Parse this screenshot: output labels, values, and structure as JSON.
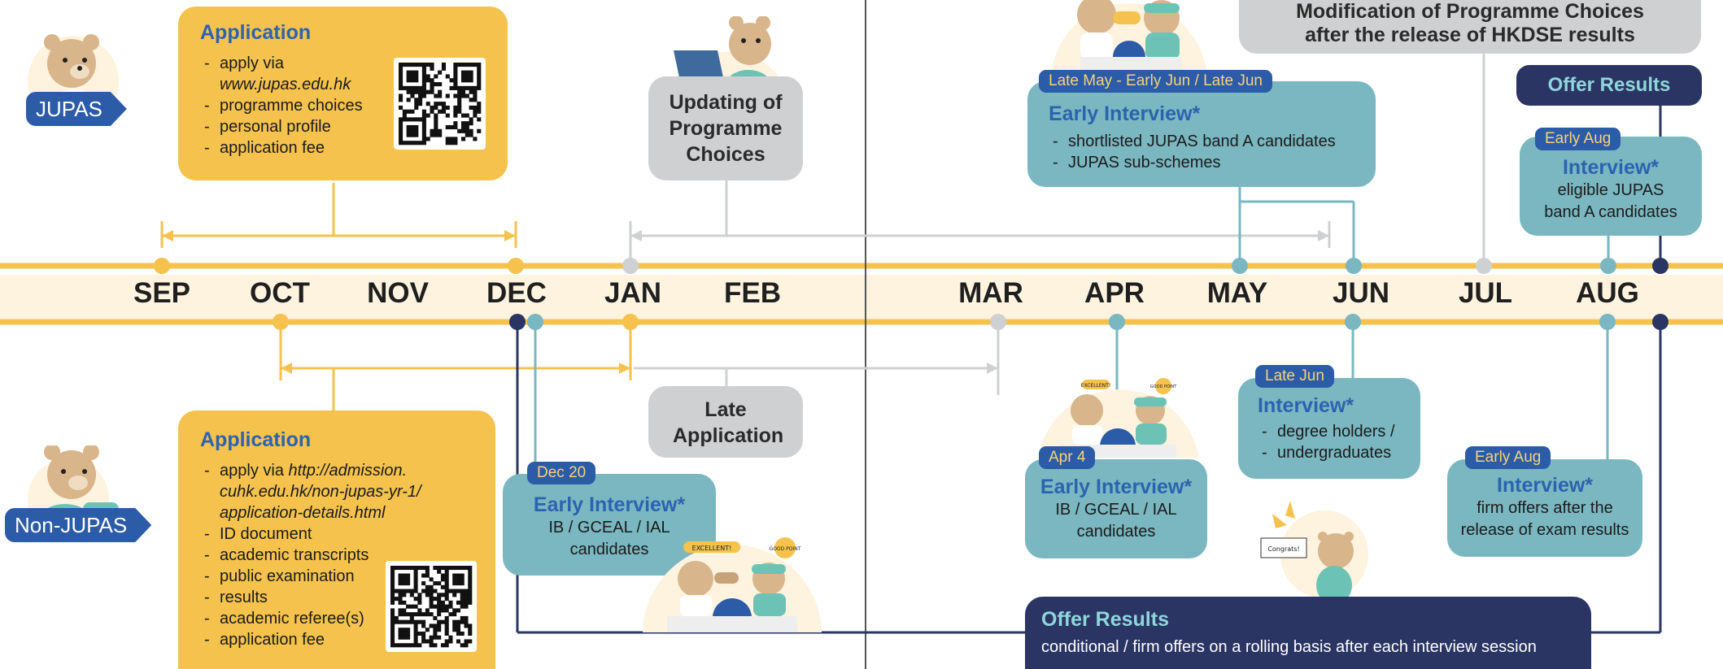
{
  "tracks": {
    "jupas_label": "JUPAS",
    "non_jupas_label": "Non-JUPAS"
  },
  "months": [
    "SEP",
    "OCT",
    "NOV",
    "DEC",
    "JAN",
    "FEB",
    "MAR",
    "APR",
    "MAY",
    "JUN",
    "JUL",
    "AUG"
  ],
  "jupas_application": {
    "title": "Application",
    "items": [
      {
        "text": "apply via",
        "link": "www.jupas.edu.hk"
      },
      {
        "text": "programme choices"
      },
      {
        "text": "personal profile"
      },
      {
        "text": "application fee"
      }
    ]
  },
  "updating_choices": {
    "label": "Updating of Programme Choices"
  },
  "late_application": {
    "label": "Late Application"
  },
  "modification": {
    "line1": "Modification of Programme Choices",
    "line2": "after the release of HKDSE results"
  },
  "offer_results_top": {
    "label": "Offer Results"
  },
  "early_interview_jupas": {
    "date": "Late May - Early Jun / Late Jun",
    "title": "Early Interview*",
    "items": [
      "shortlisted JUPAS band A candidates",
      "JUPAS sub-schemes"
    ]
  },
  "interview_aug_jupas": {
    "date": "Early Aug",
    "title": "Interview*",
    "lines": [
      "eligible JUPAS",
      "band A candidates"
    ]
  },
  "nonjupas_application": {
    "title": "Application",
    "apply_prefix": "apply via",
    "link_lines": [
      "http://admission.",
      "cuhk.edu.hk/non-jupas-yr-1/",
      "application-details.html"
    ],
    "items": [
      "ID document",
      "academic transcripts",
      "public examination",
      "results",
      "academic referee(s)",
      "application fee"
    ]
  },
  "early_interview_dec": {
    "date": "Dec 20",
    "title": "Early Interview*",
    "lines": [
      "IB / GCEAL / IAL",
      "candidates"
    ]
  },
  "early_interview_apr": {
    "date": "Apr 4",
    "title": "Early Interview*",
    "lines": [
      "IB / GCEAL / IAL",
      "candidates"
    ]
  },
  "interview_jun": {
    "date": "Late Jun",
    "title": "Interview*",
    "items": [
      "degree holders /",
      "undergraduates"
    ]
  },
  "interview_aug_nonjupas": {
    "date": "Early Aug",
    "title": "Interview*",
    "lines": [
      "firm offers after the",
      "release of exam results"
    ]
  },
  "offer_results_bottom": {
    "title": "Offer Results",
    "text": "conditional / firm offers on a rolling basis after each interview session"
  },
  "speech": {
    "excellent": "EXCELLENT!",
    "good_point": "GOOD POINT",
    "congrats": "Congrats!"
  },
  "colors": {
    "yellow": "#f4c24d",
    "teal": "#7ab7c1",
    "grey": "#cfd0d2",
    "navy": "#2b3563",
    "blue": "#2c5ba8",
    "band": "#fdf3de"
  }
}
